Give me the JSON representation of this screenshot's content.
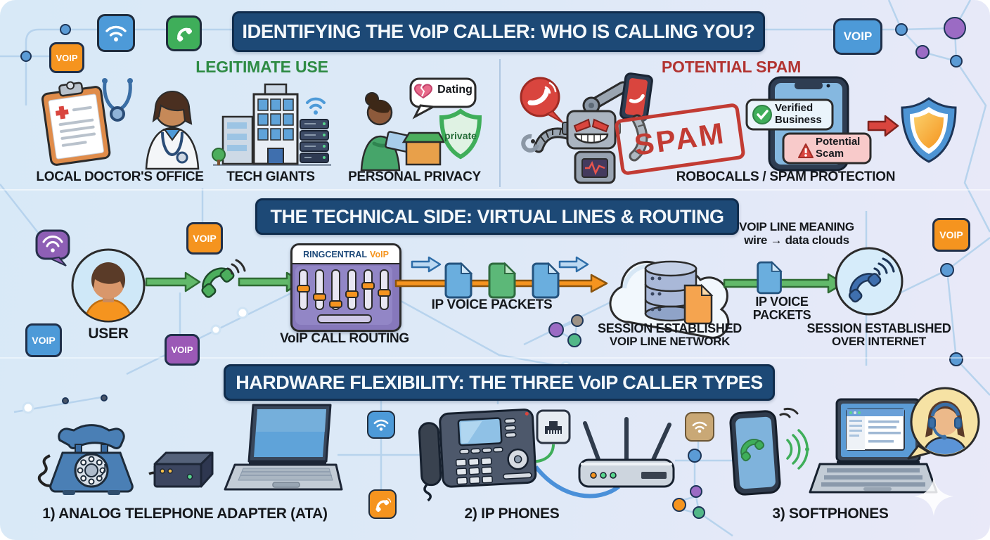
{
  "banners": {
    "identify": "IDENTIFYING THE VoIP CALLER: WHO IS CALLING YOU?",
    "technical": "THE TECHNICAL SIDE: VIRTUAL LINES & ROUTING",
    "hardware": "HARDWARE FLEXIBILITY: THE THREE VoIP CALLER TYPES"
  },
  "identify": {
    "legitimate_header": "LEGITIMATE USE",
    "legit_labels": [
      "LOCAL DOCTOR'S OFFICE",
      "TECH GIANTS",
      "PERSONAL PRIVACY"
    ],
    "dating_bubble": "Dating",
    "privacy_shield": "private",
    "spam_header": "POTENTIAL SPAM",
    "spam_stamp": "SPAM",
    "verified_line1": "Verified",
    "verified_line2": "Business",
    "scam_line1": "Potential",
    "scam_line2": "Scam",
    "spam_caption": "ROBOCALLS / SPAM PROTECTION"
  },
  "technical": {
    "user_label": "USER",
    "routing_brand": "RINGCENTRAL",
    "routing_brand_voip": "VoIP",
    "routing_caption": "VoIP CALL ROUTING",
    "packets_label": "IP VOICE PACKETS",
    "session_network_line1": "SESSION ESTABLISHED",
    "session_network_line2": "VOIP LINE NETWORK",
    "meaning_line1": "VOIP LINE MEANING",
    "meaning_line2": "wire → data clouds",
    "packets2_line1": "IP VOICE",
    "packets2_line2": "PACKETS",
    "session_internet_line1": "SESSION ESTABLISHED",
    "session_internet_line2": "OVER INTERNET"
  },
  "hardware": {
    "type1": "1) ANALOG TELEPHONE ADAPTER (ATA)",
    "type2": "2) IP PHONES",
    "type3": "3) SOFTPHONES"
  },
  "badge_voip": "VOIP",
  "colors": {
    "banner_blue": "#1d4976",
    "legit_green": "#2e8b44",
    "spam_red": "#b23431",
    "orange": "#f5941f",
    "blue": "#4d9ad8",
    "purple": "#9b59b6"
  }
}
